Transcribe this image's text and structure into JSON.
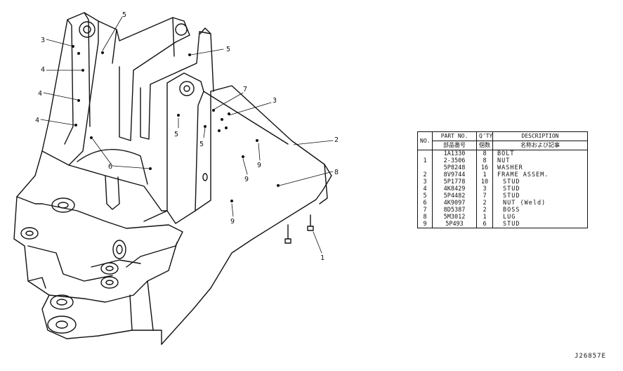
{
  "callouts": {
    "c3a": "3",
    "c5a": "5",
    "c5b": "5",
    "c4a": "4",
    "c4b": "4",
    "c4c": "4",
    "c7": "7",
    "c3b": "3",
    "c2": "2",
    "c5c": "5",
    "c5d": "5",
    "c9a": "9",
    "c6": "6",
    "c8": "8",
    "c9b": "9",
    "c9c": "9",
    "c1": "1"
  },
  "table": {
    "headers": {
      "no": "NO.",
      "part_no": "PART NO.",
      "part_no_sub": "部品番号",
      "qty": "Q'TY",
      "qty_sub": "個数",
      "desc": "DESCRIPTION",
      "desc_sub": "名称および記事"
    },
    "rows": [
      {
        "no": "",
        "part_no": "1A1330",
        "qty": "8",
        "desc": "BOLT"
      },
      {
        "no": "1",
        "part_no": "2-3506",
        "qty": "8",
        "desc": "NUT"
      },
      {
        "no": "",
        "part_no": "5P8248",
        "qty": "16",
        "desc": "WASHER"
      },
      {
        "no": "2",
        "part_no": "8V9744",
        "qty": "1",
        "desc": "FRAME ASSEM."
      },
      {
        "no": "3",
        "part_no": "5P1778",
        "qty": "10",
        "desc": "STUD"
      },
      {
        "no": "4",
        "part_no": "4K8429",
        "qty": "3",
        "desc": "STUD"
      },
      {
        "no": "5",
        "part_no": "5P4482",
        "qty": "7",
        "desc": "STUD"
      },
      {
        "no": "6",
        "part_no": "4K9097",
        "qty": "2",
        "desc": "NUT (Weld)"
      },
      {
        "no": "7",
        "part_no": "8D5387",
        "qty": "2",
        "desc": "BOSS"
      },
      {
        "no": "8",
        "part_no": "5M3012",
        "qty": "1",
        "desc": "LUG"
      },
      {
        "no": "9",
        "part_no": "5P493",
        "qty": "6",
        "desc": "STUD"
      }
    ]
  },
  "figure_code": "J26857E"
}
